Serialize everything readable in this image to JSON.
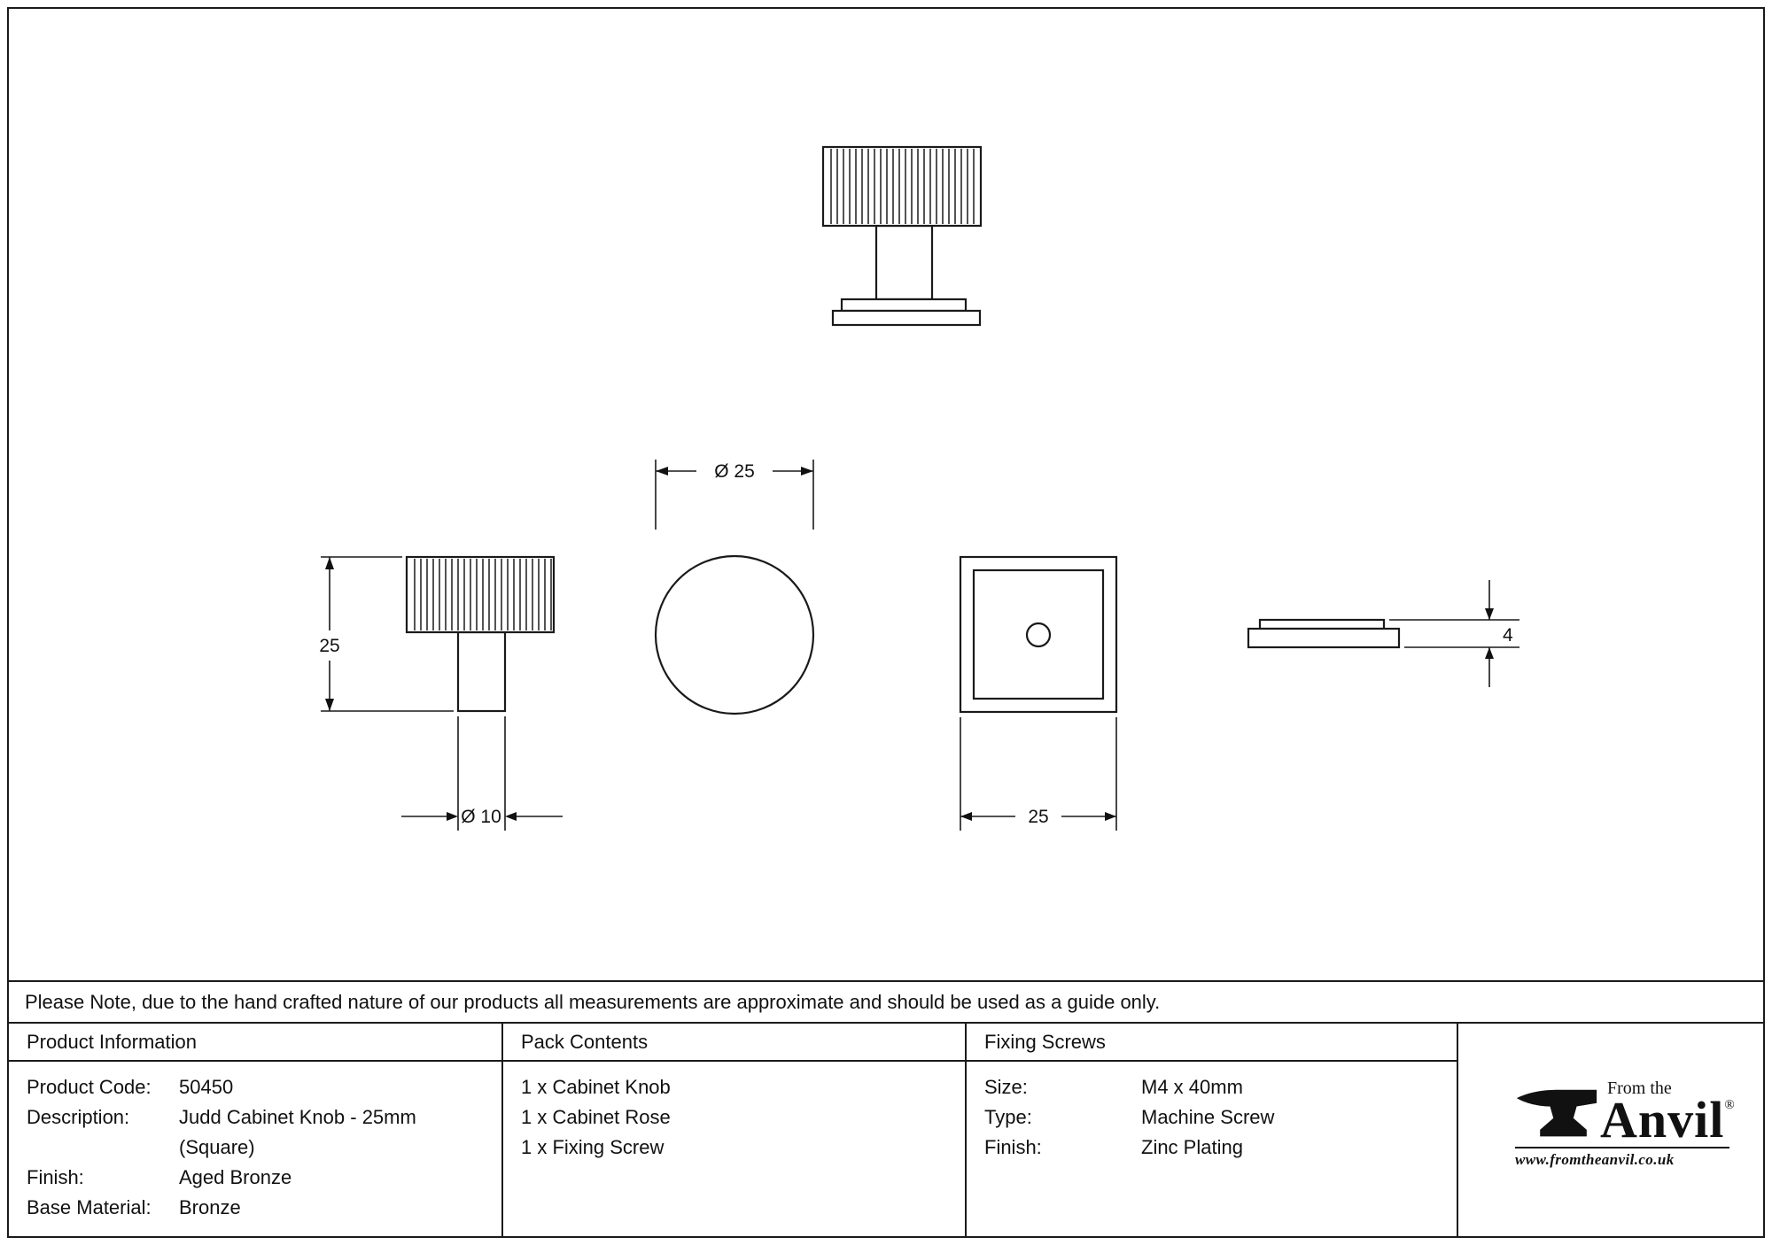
{
  "note": "Please Note, due to the hand crafted nature of our products all measurements are approximate and should be used as a guide only.",
  "drawing": {
    "dims": {
      "head_height": "25",
      "stem_diameter": "Ø 10",
      "knob_diameter": "Ø 25",
      "base_width": "25",
      "rose_thickness": "4"
    }
  },
  "tables": {
    "product_information": {
      "header": "Product Information",
      "rows": [
        {
          "label": "Product Code:",
          "value": "50450"
        },
        {
          "label": "Description:",
          "value": "Judd Cabinet Knob - 25mm"
        },
        {
          "label": "",
          "value": "(Square)"
        },
        {
          "label": "Finish:",
          "value": "Aged Bronze"
        },
        {
          "label": "Base Material:",
          "value": "Bronze"
        }
      ]
    },
    "pack_contents": {
      "header": "Pack Contents",
      "items": [
        "1 x Cabinet Knob",
        "1 x Cabinet Rose",
        "1 x Fixing Screw"
      ]
    },
    "fixing_screws": {
      "header": "Fixing Screws",
      "rows": [
        {
          "label": "Size:",
          "value": "M4 x 40mm"
        },
        {
          "label": "Type:",
          "value": "Machine Screw"
        },
        {
          "label": "Finish:",
          "value": "Zinc Plating"
        }
      ]
    }
  },
  "logo": {
    "from_the": "From the",
    "brand": "Anvil",
    "registered": "®",
    "url": "www.fromtheanvil.co.uk"
  }
}
